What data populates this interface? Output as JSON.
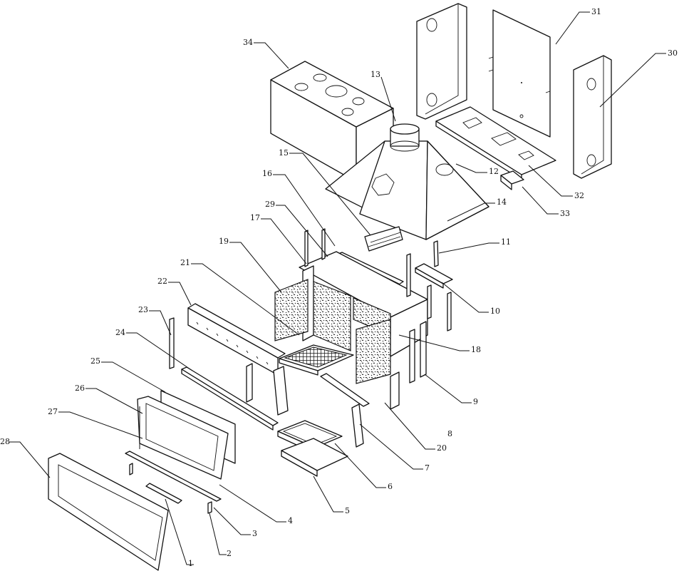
{
  "labels": [
    {
      "id": "1",
      "text": "1"
    },
    {
      "id": "2",
      "text": "2"
    },
    {
      "id": "3",
      "text": "3"
    },
    {
      "id": "4",
      "text": "4"
    },
    {
      "id": "5",
      "text": "5"
    },
    {
      "id": "6",
      "text": "6"
    },
    {
      "id": "7",
      "text": "7"
    },
    {
      "id": "8",
      "text": "8"
    },
    {
      "id": "9",
      "text": "9"
    },
    {
      "id": "10",
      "text": "10"
    },
    {
      "id": "11",
      "text": "11"
    },
    {
      "id": "12",
      "text": "12"
    },
    {
      "id": "13",
      "text": "13"
    },
    {
      "id": "14",
      "text": "14"
    },
    {
      "id": "15",
      "text": "15"
    },
    {
      "id": "16",
      "text": "16"
    },
    {
      "id": "17",
      "text": "17"
    },
    {
      "id": "18",
      "text": "18"
    },
    {
      "id": "19",
      "text": "19"
    },
    {
      "id": "20",
      "text": "20"
    },
    {
      "id": "21",
      "text": "21"
    },
    {
      "id": "22",
      "text": "22"
    },
    {
      "id": "23",
      "text": "23"
    },
    {
      "id": "24",
      "text": "24"
    },
    {
      "id": "25",
      "text": "25"
    },
    {
      "id": "26",
      "text": "26"
    },
    {
      "id": "27",
      "text": "27"
    },
    {
      "id": "28",
      "text": "28"
    },
    {
      "id": "29",
      "text": "29"
    },
    {
      "id": "30",
      "text": "30"
    },
    {
      "id": "31",
      "text": "31"
    },
    {
      "id": "32",
      "text": "32"
    },
    {
      "id": "33",
      "text": "33"
    },
    {
      "id": "34",
      "text": "34"
    }
  ]
}
